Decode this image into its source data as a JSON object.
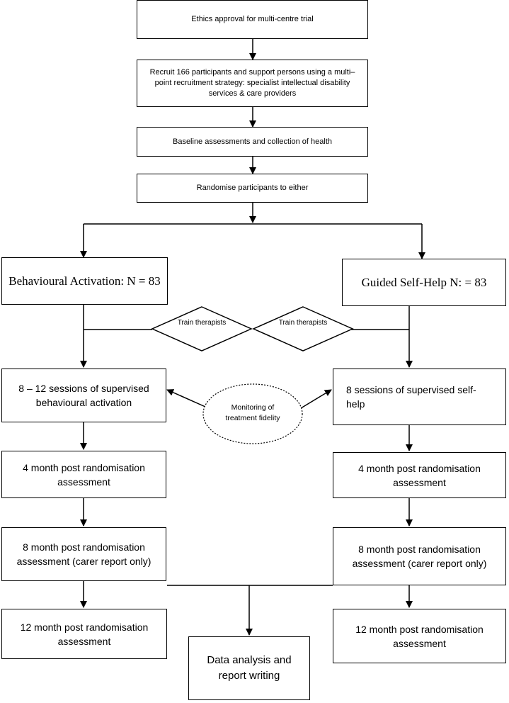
{
  "boxes": {
    "ethics": "Ethics approval for multi-centre trial",
    "recruit": "Recruit 166 participants and support persons using a multi–point recruitment strategy: specialist intellectual disability services & care providers",
    "baseline": "Baseline assessments and collection of health",
    "randomise": "Randomise participants to either",
    "ba_arm": "Behavioural Activation: N = 83",
    "gsh_arm": "Guided Self-Help N: = 83",
    "ba_sessions": "8 – 12 sessions of supervised behavioural activation",
    "gsh_sessions": "8 sessions of supervised self-help",
    "ba_4m": "4 month post randomisation assessment",
    "gsh_4m": "4 month post randomisation assessment",
    "ba_8m": "8 month post randomisation assessment (carer report only)",
    "gsh_8m": "8 month post randomisation assessment (carer report only)",
    "ba_12m": "12 month post randomisation assessment",
    "gsh_12m": "12 month post randomisation assessment",
    "analysis": "Data analysis and report writing"
  },
  "diamonds": {
    "left": "Train therapists",
    "right": "Train therapists"
  },
  "ellipse": "Monitoring of treatment fidelity"
}
